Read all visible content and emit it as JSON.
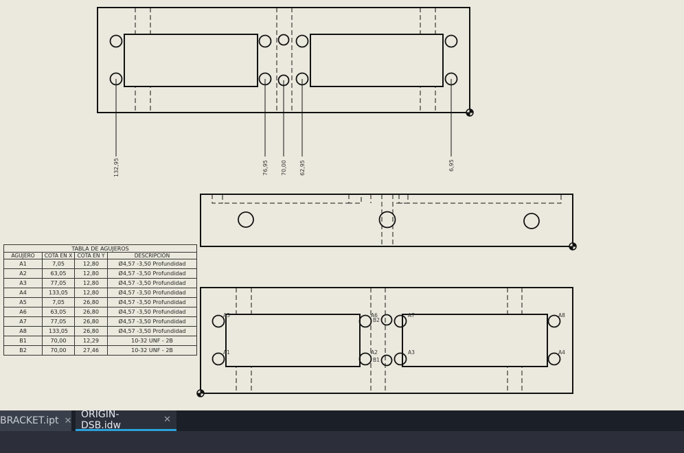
{
  "drawing": {
    "top_view_dims": [
      "132,95",
      "76,95",
      "70,00",
      "62,95",
      "6,95"
    ],
    "hole_labels_top": [
      "A5",
      "A6",
      "B2",
      "A7",
      "A8"
    ],
    "hole_labels_bottom": [
      "A1",
      "A2",
      "B1",
      "A3",
      "A4"
    ]
  },
  "hole_table": {
    "title": "TABLA DE AGUJEROS",
    "headers": [
      "AGUJERO",
      "COTA EN X",
      "COTA EN Y",
      "DESCRIPCIÓN"
    ],
    "rows": [
      [
        "A1",
        "7,05",
        "12,80",
        "Ø4,57 -3,50 Profundidad"
      ],
      [
        "A2",
        "63,05",
        "12,80",
        "Ø4,57 -3,50 Profundidad"
      ],
      [
        "A3",
        "77,05",
        "12,80",
        "Ø4,57 -3,50 Profundidad"
      ],
      [
        "A4",
        "133,05",
        "12,80",
        "Ø4,57 -3,50 Profundidad"
      ],
      [
        "A5",
        "7,05",
        "26,80",
        "Ø4,57 -3,50 Profundidad"
      ],
      [
        "A6",
        "63,05",
        "26,80",
        "Ø4,57 -3,50 Profundidad"
      ],
      [
        "A7",
        "77,05",
        "26,80",
        "Ø4,57 -3,50 Profundidad"
      ],
      [
        "A8",
        "133,05",
        "26,80",
        "Ø4,57 -3,50 Profundidad"
      ],
      [
        "B1",
        "70,00",
        "12,29",
        "10-32 UNF - 2B"
      ],
      [
        "B2",
        "70,00",
        "27,46",
        "10-32 UNF - 2B"
      ]
    ]
  },
  "tabs": [
    {
      "label": "BRACKET.ipt",
      "close": "✕",
      "active": false
    },
    {
      "label": "ORIGIN-DSB.idw",
      "close": "✕",
      "active": true
    }
  ],
  "colors": {
    "sheet": "#ebe9dd",
    "tab_accent": "#2aa3dc",
    "tabbar": "#1b1f27"
  }
}
